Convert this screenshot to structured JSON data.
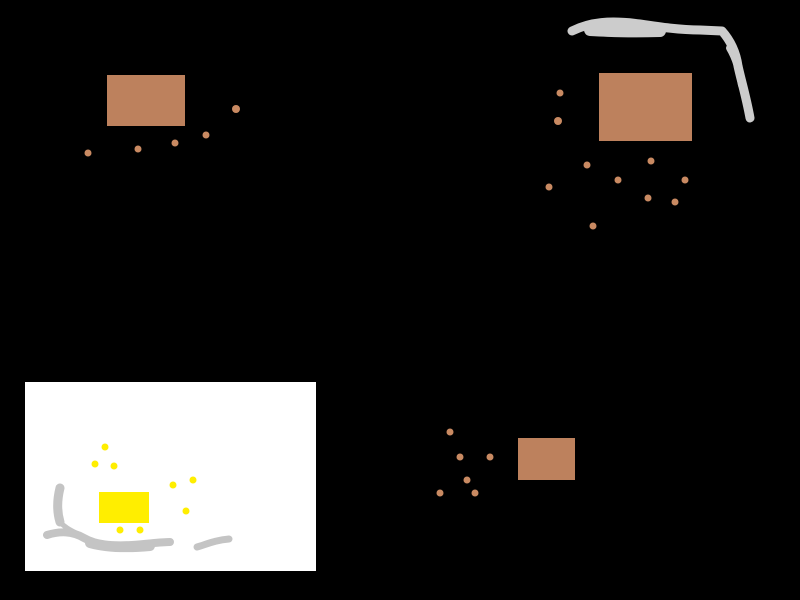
{
  "game": {
    "background_color": "#000000",
    "colors": {
      "building": "#bd815d",
      "resource": "#c98a62",
      "road": "#cccccc",
      "minimap_bg": "#ffffff",
      "minimap_player": "#ffee00",
      "minimap_road": "#c4c4c4"
    },
    "world": {
      "buildings": [
        {
          "id": "building-northwest"
        },
        {
          "id": "building-northeast"
        },
        {
          "id": "building-south"
        }
      ],
      "roads": [
        {
          "id": "road-northeast"
        }
      ]
    },
    "minimap": {
      "label": ""
    }
  }
}
